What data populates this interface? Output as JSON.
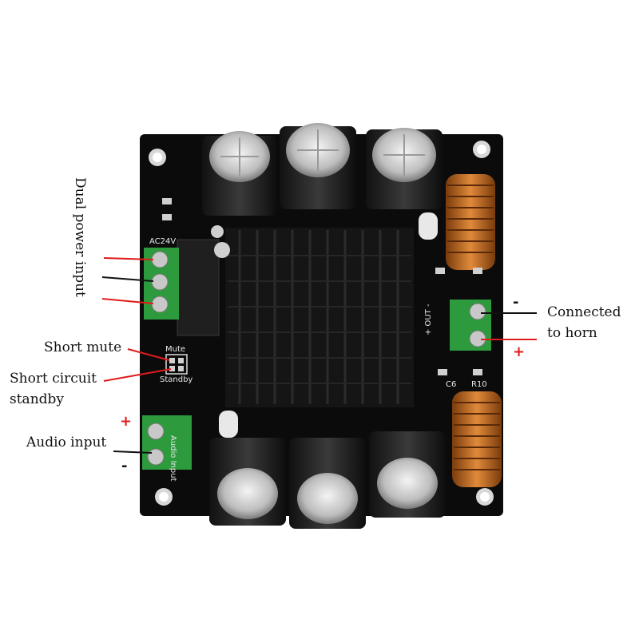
{
  "labels": {
    "dual_power_input": "Dual power input",
    "short_mute": "Short mute",
    "short_circuit_standby_line1": "Short circuit",
    "short_circuit_standby_line2": "standby",
    "audio_input": "Audio input",
    "connected_to_horn_line1": "Connected",
    "connected_to_horn_line2": "to horn"
  },
  "signs": {
    "audio_plus": "+",
    "audio_minus": "-",
    "horn_minus": "-",
    "horn_plus": "+"
  },
  "silkscreen": {
    "ac24v": "AC24V",
    "mute": "Mute",
    "standby": "Standby",
    "audio_input": "Audio Input",
    "out": "+ OUT -",
    "c6": "C6",
    "r10": "R10"
  },
  "colors": {
    "board": "#0b0b0b",
    "terminal": "#2e9a3e",
    "heatsink": "#161616",
    "coil": "#b5651d",
    "arrow_red": "#e01b1b",
    "arrow_black": "#111111"
  }
}
